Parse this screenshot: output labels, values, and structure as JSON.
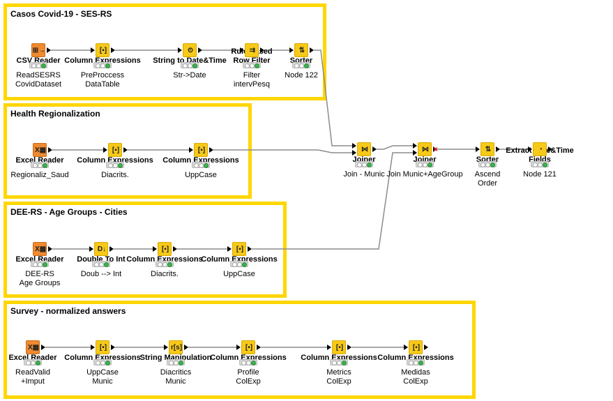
{
  "annotations": [
    {
      "id": "a1",
      "title": "Casos Covid-19 - SES-RS"
    },
    {
      "id": "a2",
      "title": "Health Regionalization"
    },
    {
      "id": "a3",
      "title": "DEE-RS - Age Groups - Cities"
    },
    {
      "id": "a4",
      "title": "Survey - normalized answers"
    }
  ],
  "nodes": [
    {
      "id": "n1",
      "title": "CSV Reader",
      "label": "ReadSESRS\nCovidDataset",
      "color": "orange",
      "icon": "table-arrow-icon",
      "inputs": 0
    },
    {
      "id": "n2",
      "title": "Column Expressions",
      "label": "PreProccess\nDataTable",
      "color": "yellow",
      "icon": "column-expressions-icon",
      "inputs": 1
    },
    {
      "id": "n3",
      "title": "String to Date&Time",
      "label": "Str->Date",
      "color": "yellow",
      "icon": "clock-convert-icon",
      "inputs": 1
    },
    {
      "id": "n4",
      "title": "Rule-based\nRow Filter",
      "label": "Filter\nintervPesq",
      "color": "yellow",
      "icon": "filter-arrow-icon",
      "inputs": 1
    },
    {
      "id": "n5",
      "title": "Sorter",
      "label": "Node 122",
      "color": "yellow",
      "icon": "sort-icon",
      "inputs": 1
    },
    {
      "id": "n6",
      "title": "Excel Reader",
      "label": "Regionaliz_Saud",
      "color": "orange",
      "icon": "excel-icon",
      "inputs": 0
    },
    {
      "id": "n7",
      "title": "Column Expressions",
      "label": "Diacrits.",
      "color": "yellow",
      "icon": "column-expressions-icon",
      "inputs": 1
    },
    {
      "id": "n8",
      "title": "Column Expressions",
      "label": "UppCase",
      "color": "yellow",
      "icon": "column-expressions-icon",
      "inputs": 1
    },
    {
      "id": "n9",
      "title": "Excel Reader",
      "label": "DEE-RS\nAge Groups",
      "color": "orange",
      "icon": "excel-icon",
      "inputs": 0
    },
    {
      "id": "n10",
      "title": "Double To Int",
      "label": "Doub --> Int",
      "color": "yellow",
      "icon": "double-to-int-icon",
      "inputs": 1
    },
    {
      "id": "n11",
      "title": "Column Expressions",
      "label": "Diacrits.",
      "color": "yellow",
      "icon": "column-expressions-icon",
      "inputs": 1
    },
    {
      "id": "n12",
      "title": "Column Expressions",
      "label": "UppCase",
      "color": "yellow",
      "icon": "column-expressions-icon",
      "inputs": 1
    },
    {
      "id": "n13",
      "title": "Excel Reader",
      "label": "ReadValid\n+Imput",
      "color": "orange",
      "icon": "excel-icon",
      "inputs": 0
    },
    {
      "id": "n14",
      "title": "Column Expressions",
      "label": "UppCase\nMunic",
      "color": "yellow",
      "icon": "column-expressions-icon",
      "inputs": 1
    },
    {
      "id": "n15",
      "title": "String Manipulation",
      "label": "Diacritics\nMunic",
      "color": "yellow",
      "icon": "string-manipulation-icon",
      "inputs": 1
    },
    {
      "id": "n16",
      "title": "Column Expressions",
      "label": "Profile\nColExp",
      "color": "yellow",
      "icon": "column-expressions-icon",
      "inputs": 1
    },
    {
      "id": "n17",
      "title": "Column Expressions",
      "label": "Metrics\nColExp",
      "color": "yellow",
      "icon": "column-expressions-icon",
      "inputs": 1
    },
    {
      "id": "n18",
      "title": "Column Expressions",
      "label": "Medidas\nColExp",
      "color": "yellow",
      "icon": "column-expressions-icon",
      "inputs": 1
    },
    {
      "id": "n19",
      "title": "Joiner",
      "label": "Join - Munic",
      "color": "yellow",
      "icon": "joiner-icon",
      "inputs": 2
    },
    {
      "id": "n20",
      "title": "Joiner",
      "label": "Join Munic+AgeGroup",
      "color": "yellow",
      "icon": "joiner-icon",
      "inputs": 2
    },
    {
      "id": "n21",
      "title": "Sorter",
      "label": "Ascend\nOrder",
      "color": "yellow",
      "icon": "sort-icon",
      "inputs": 1
    },
    {
      "id": "n22",
      "title": "Extract Date&Time\nFields",
      "label": "Node 121",
      "color": "yellow",
      "icon": "extract-datetime-icon",
      "inputs": 1
    }
  ],
  "connections": [
    [
      "n1",
      "n2"
    ],
    [
      "n2",
      "n3"
    ],
    [
      "n3",
      "n4"
    ],
    [
      "n4",
      "n5"
    ],
    [
      "n6",
      "n7"
    ],
    [
      "n7",
      "n8"
    ],
    [
      "n9",
      "n10"
    ],
    [
      "n10",
      "n11"
    ],
    [
      "n11",
      "n12"
    ],
    [
      "n13",
      "n14"
    ],
    [
      "n14",
      "n15"
    ],
    [
      "n15",
      "n16"
    ],
    [
      "n16",
      "n17"
    ],
    [
      "n17",
      "n18"
    ],
    [
      "n5",
      "n19"
    ],
    [
      "n8",
      "n19"
    ],
    [
      "n19",
      "n20"
    ],
    [
      "n12",
      "n20"
    ],
    [
      "n20",
      "n21"
    ],
    [
      "n21",
      "n22"
    ]
  ]
}
